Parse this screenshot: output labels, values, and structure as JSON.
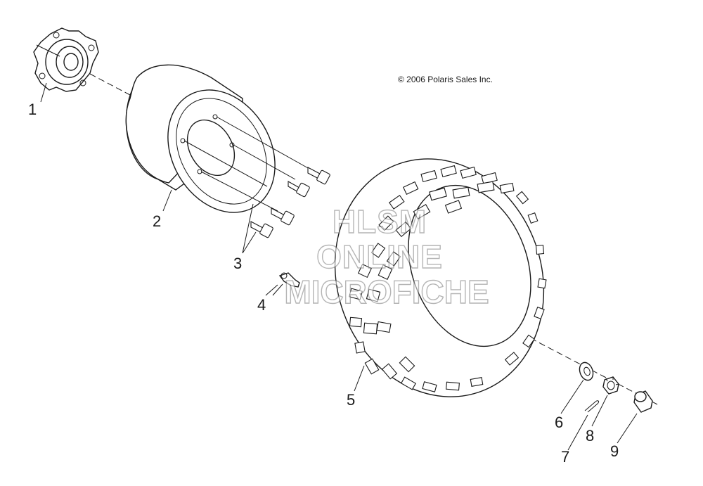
{
  "copyright": "© 2006 Polaris Sales Inc.",
  "watermark": {
    "line1": "HLSM",
    "line2": "ONLINE",
    "line3": "MICROFICHE"
  },
  "callouts": {
    "c1": "1",
    "c2": "2",
    "c3": "3",
    "c4": "4",
    "c5": "5",
    "c6": "6",
    "c7": "7",
    "c8": "8",
    "c9": "9"
  },
  "parts": [
    {
      "callout": "1",
      "name": "hub"
    },
    {
      "callout": "2",
      "name": "wheel-rim"
    },
    {
      "callout": "3",
      "name": "wheel-bolts"
    },
    {
      "callout": "4",
      "name": "valve-stem"
    },
    {
      "callout": "5",
      "name": "tire"
    },
    {
      "callout": "6",
      "name": "washer"
    },
    {
      "callout": "7",
      "name": "cotter-pin"
    },
    {
      "callout": "8",
      "name": "castle-nut"
    },
    {
      "callout": "9",
      "name": "hub-cap"
    }
  ]
}
